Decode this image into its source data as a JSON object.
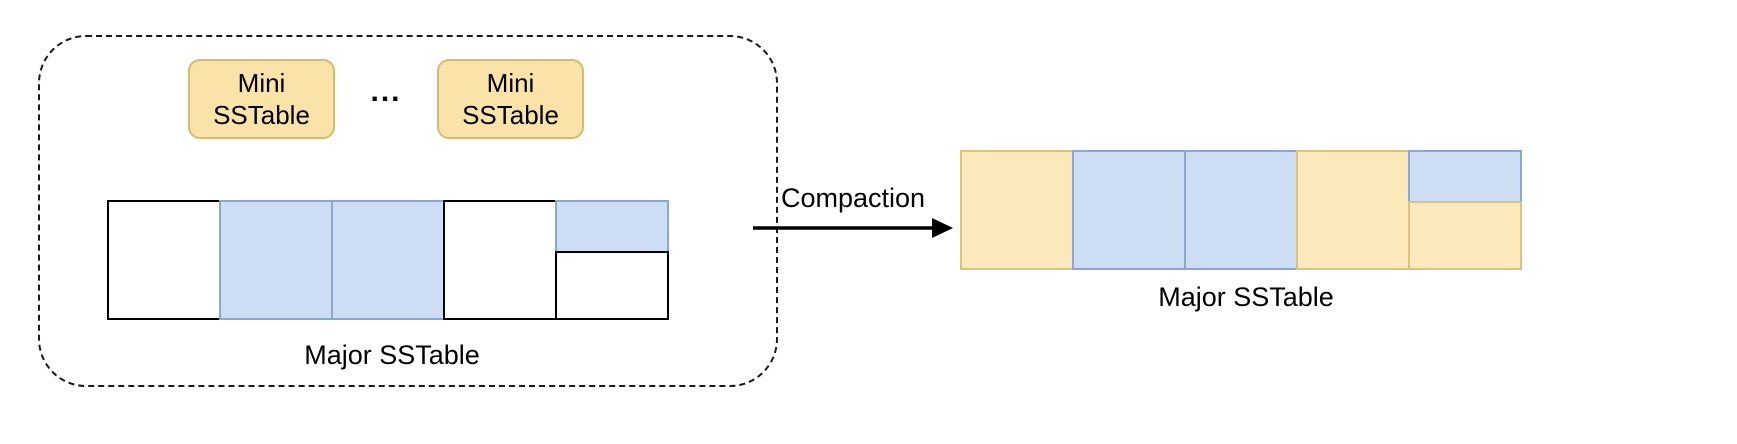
{
  "colors": {
    "white": {
      "fill": "#ffffff",
      "border": "#000000"
    },
    "blue": {
      "fill": "#cdddf4",
      "border": "#8aa7d3"
    },
    "yellow": {
      "fill": "#fbe9bb",
      "border": "#dcc27c"
    },
    "mini": {
      "fill": "#fae3a8",
      "border": "#d9b871"
    }
  },
  "left_group": {
    "mini_sstable_1": "Mini\nSSTable",
    "ellipsis": "...",
    "mini_sstable_2": "Mini\nSSTable",
    "blocks": [
      {
        "type": "full",
        "color": "white"
      },
      {
        "type": "full",
        "color": "blue"
      },
      {
        "type": "full",
        "color": "blue"
      },
      {
        "type": "full",
        "color": "white"
      },
      {
        "type": "split",
        "top": "blue",
        "bottom": "white"
      }
    ],
    "label": "Major SSTable"
  },
  "arrow": {
    "label": "Compaction"
  },
  "right_group": {
    "blocks": [
      {
        "type": "full",
        "color": "yellow"
      },
      {
        "type": "full",
        "color": "blue"
      },
      {
        "type": "full",
        "color": "blue"
      },
      {
        "type": "full",
        "color": "yellow"
      },
      {
        "type": "split",
        "top": "blue",
        "bottom": "yellow"
      }
    ],
    "label": "Major SSTable"
  }
}
